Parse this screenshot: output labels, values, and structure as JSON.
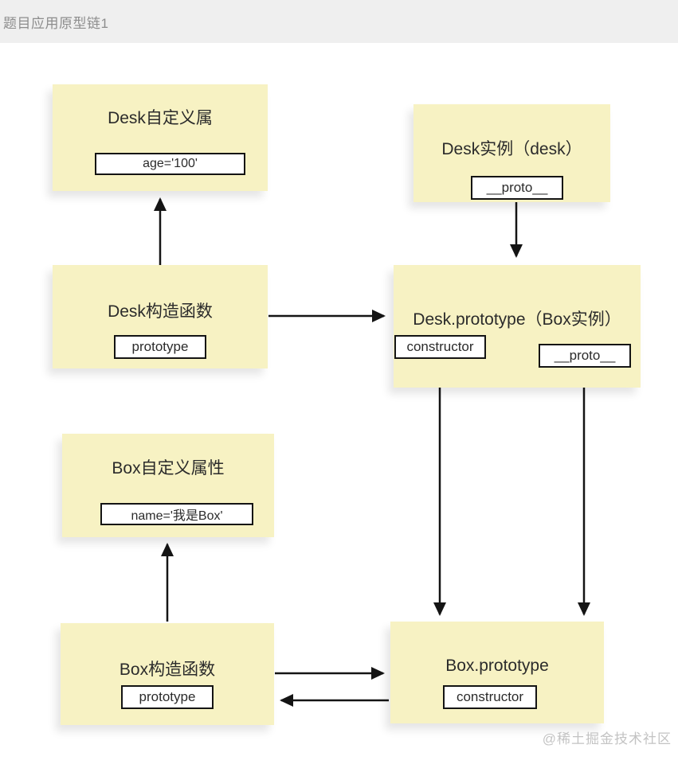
{
  "header": {
    "title": "题目应用原型链1"
  },
  "watermark": "@稀土掘金技术社区",
  "colors": {
    "note_yellow": "#f7f2c3",
    "header_bg": "#efefef",
    "header_text": "#8d8d8d",
    "arrow_black": "#141414",
    "watermark_gray": "#c3c3c3"
  },
  "diagram": {
    "nodes": [
      {
        "id": "desk-custom",
        "title": "Desk自定义属",
        "fields": [
          "age='100'"
        ]
      },
      {
        "id": "desk-instance",
        "title": "Desk实例（desk）",
        "fields": [
          "__proto__"
        ]
      },
      {
        "id": "desk-constructor",
        "title": "Desk构造函数",
        "fields": [
          "prototype"
        ]
      },
      {
        "id": "desk-prototype",
        "title": "Desk.prototype（Box实例）",
        "fields": [
          "constructor",
          "__proto__"
        ]
      },
      {
        "id": "box-custom",
        "title": "Box自定义属性",
        "fields": [
          "name='我是Box'"
        ]
      },
      {
        "id": "box-constructor",
        "title": "Box构造函数",
        "fields": [
          "prototype"
        ]
      },
      {
        "id": "box-prototype",
        "title": "Box.prototype",
        "fields": [
          "constructor"
        ]
      }
    ],
    "arrows": [
      {
        "from": "desk-constructor",
        "to": "desk-custom",
        "direction": "up"
      },
      {
        "from": "desk-instance.__proto__",
        "to": "desk-prototype",
        "direction": "down"
      },
      {
        "from": "desk-constructor",
        "to": "desk-prototype",
        "direction": "right"
      },
      {
        "from": "desk-prototype.constructor",
        "to": "box-prototype",
        "direction": "down"
      },
      {
        "from": "desk-prototype.__proto__",
        "to": "box-prototype",
        "direction": "down"
      },
      {
        "from": "box-constructor",
        "to": "box-custom",
        "direction": "up"
      },
      {
        "from": "box-constructor",
        "to": "box-prototype",
        "direction": "right"
      },
      {
        "from": "box-prototype",
        "to": "box-constructor.prototype",
        "direction": "left"
      }
    ]
  }
}
